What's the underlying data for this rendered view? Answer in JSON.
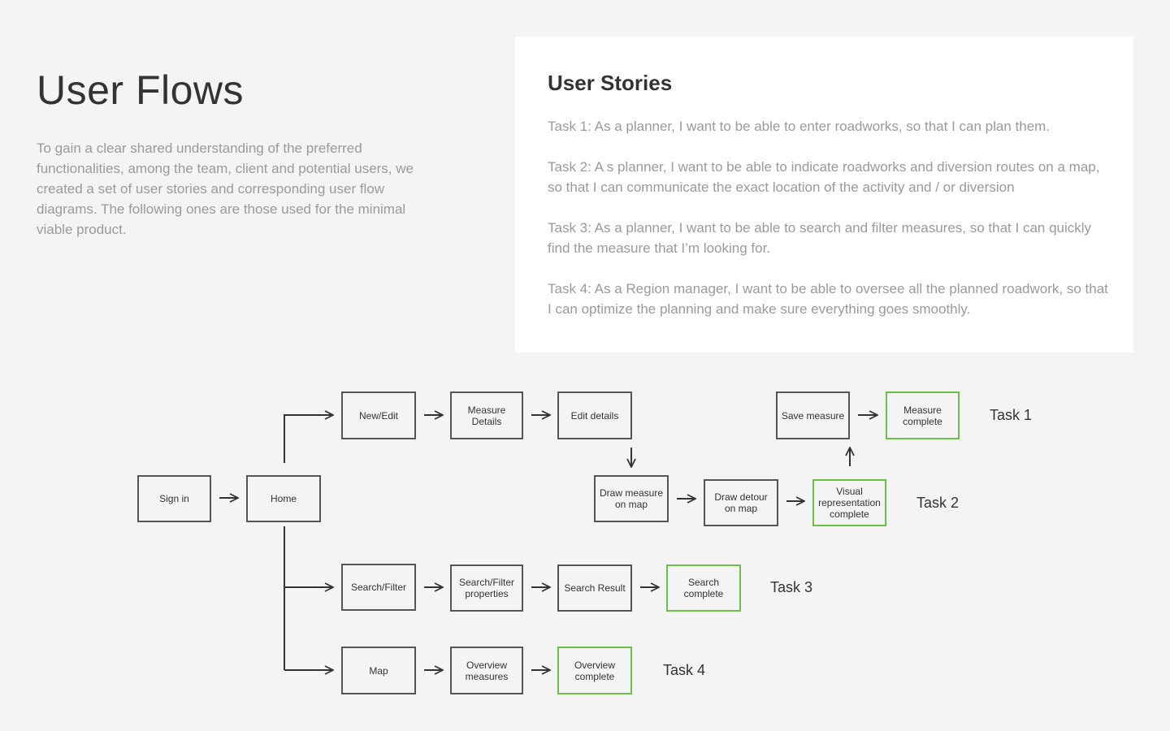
{
  "page": {
    "title": "User Flows",
    "intro": "To gain a clear shared understanding of the preferred functionalities, among the team, client and potential users, we created a set of user stories and corresponding user flow diagrams. The following ones are those used for the minimal viable product."
  },
  "stories": {
    "title": "User Stories",
    "items": [
      "Task 1: As a planner, I want to be able to enter roadworks, so that I can plan them.",
      "Task 2: A s planner, I want to be able to indicate roadworks and diversion routes on a map, so that I can communicate the exact location of the activity and / or diversion",
      "Task 3: As a planner, I want to be able to search and filter measures, so that I can quickly find the measure that I’m looking for.",
      "Task 4: As a Region manager, I want to be able to oversee all the planned roadwork, so that I can optimize the  planning and make sure everything goes smoothly."
    ]
  },
  "flow": {
    "nodes": {
      "sign_in": "Sign in",
      "home": "Home",
      "new_edit": "New/Edit",
      "measure_details": "Measure Details",
      "edit_details": "Edit details",
      "save_measure": "Save measure",
      "measure_complete": "Measure complete",
      "draw_measure": "Draw measure on map",
      "draw_detour": "Draw detour on map",
      "visual_complete": "Visual representation complete",
      "search_filter": "Search/Filter",
      "search_filter_props": "Search/Filter properties",
      "search_result": "Search Result",
      "search_complete": "Search complete",
      "map": "Map",
      "overview_measures": "Overview measures",
      "overview_complete": "Overview complete"
    },
    "task_labels": {
      "task1": "Task 1",
      "task2": "Task 2",
      "task3": "Task 3",
      "task4": "Task 4"
    },
    "colors": {
      "complete_border": "#6cc04a",
      "node_border": "#555555"
    }
  }
}
